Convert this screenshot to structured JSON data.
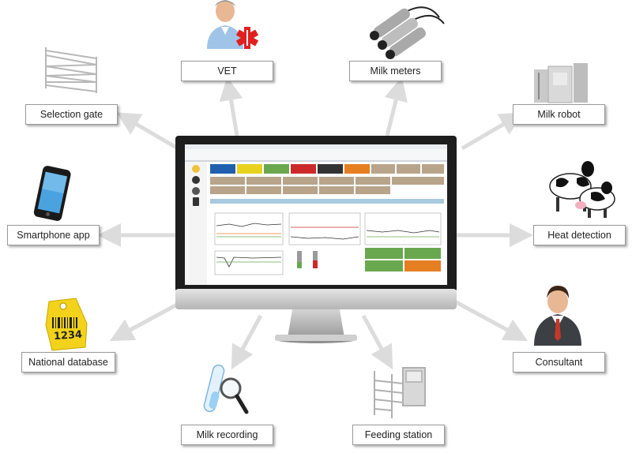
{
  "labels": {
    "vet": "VET",
    "milk_meters": "Milk meters",
    "selection_gate": "Selection gate",
    "milk_robot": "Milk robot",
    "smartphone_app": "Smartphone app",
    "heat_detection": "Heat detection",
    "national_database": "National database",
    "consultant": "Consultant",
    "milk_recording": "Milk recording",
    "feeding_station": "Feeding station"
  },
  "ear_tag_number": "1234",
  "colors": {
    "arrow": "#dcdcdc",
    "label_border": "#9a9a9a",
    "monitor_bezel": "#1d1d1d",
    "monitor_stand": "#bdbdbd",
    "kpi_blue": "#1f5fae",
    "kpi_yellow": "#e8d21d",
    "kpi_green": "#6aa84f",
    "kpi_red": "#cc2a2a",
    "kpi_dark": "#333333",
    "kpi_orange": "#e67e22",
    "kpi_tan": "#b8a48a",
    "tag_yellow": "#f2d21b",
    "tie_red": "#c0392b"
  },
  "icons": {
    "vet": "veterinarian-icon",
    "milk_meters": "milk-meters-icon",
    "selection_gate": "selection-gate-icon",
    "milk_robot": "milk-robot-icon",
    "smartphone": "smartphone-icon",
    "heat_detection": "cows-icon",
    "national_database": "ear-tag-icon",
    "consultant": "consultant-icon",
    "milk_recording": "test-tube-magnifier-icon",
    "feeding_station": "feeding-station-icon"
  }
}
